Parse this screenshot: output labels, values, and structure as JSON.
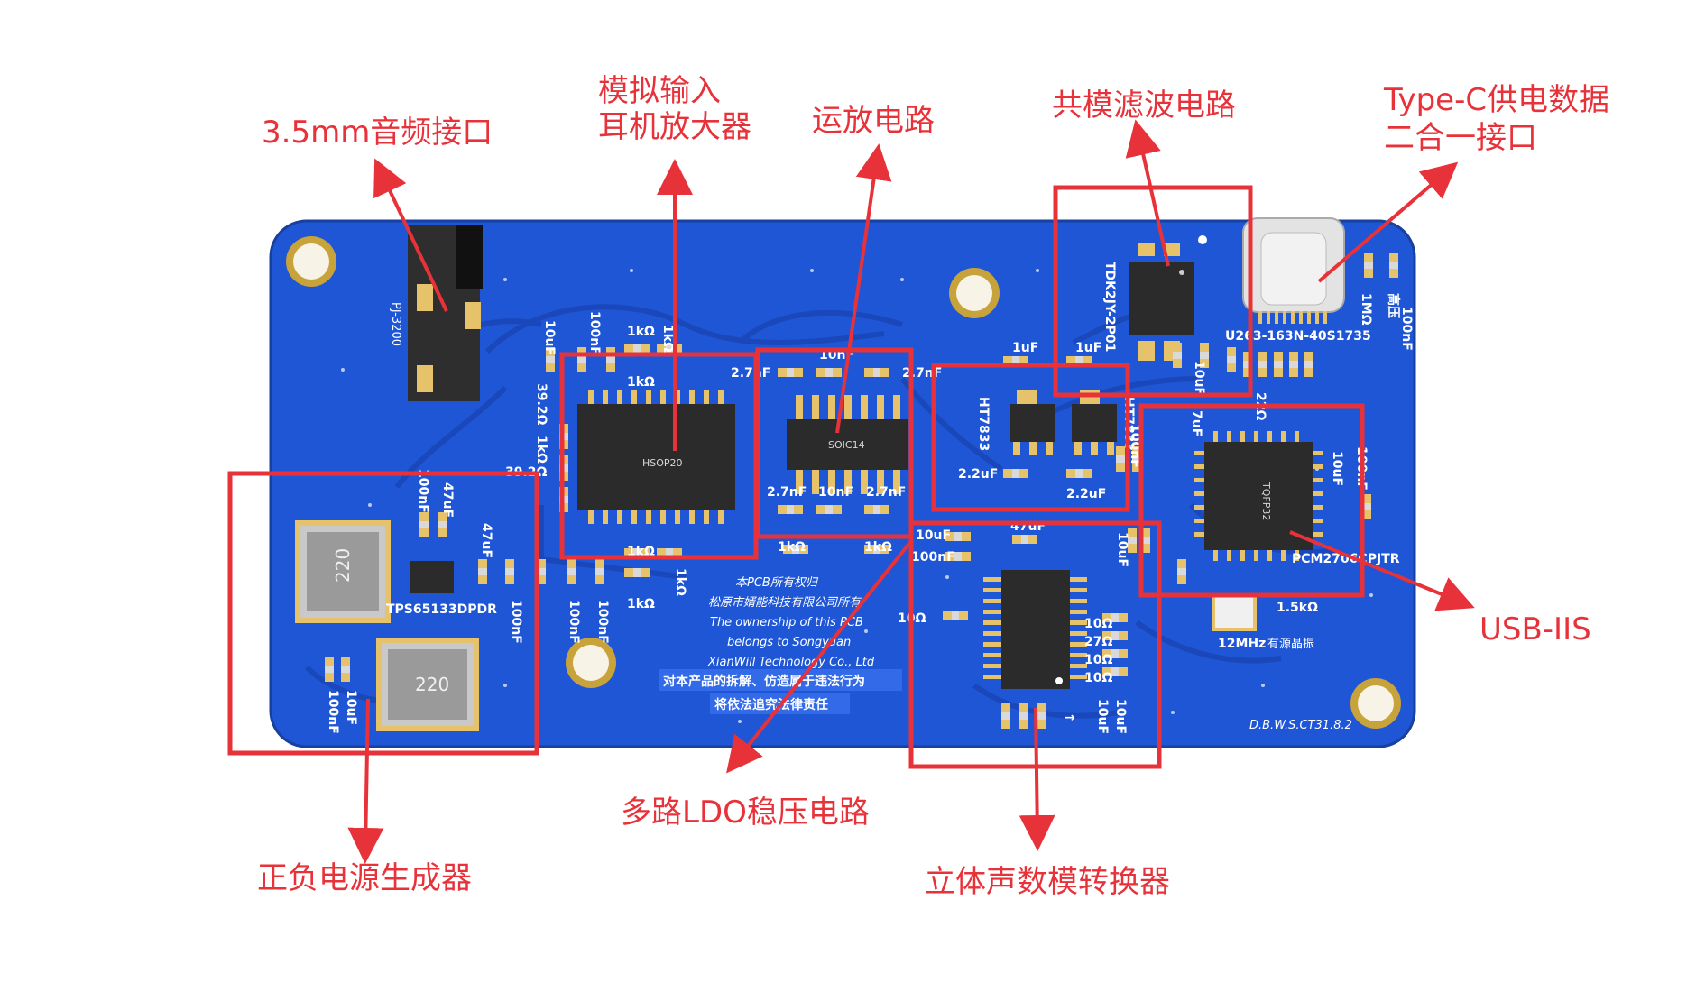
{
  "callouts": {
    "audio_jack": "3.5mm音频接口",
    "headphone_amp_line1": "模拟输入",
    "headphone_amp_line2": "耳机放大器",
    "opamp": "运放电路",
    "common_mode_filter": "共模滤波电路",
    "typec_line1": "Type-C供电数据",
    "typec_line2": "二合一接口",
    "usb_iis": "USB-IIS",
    "ldo": "多路LDO稳压电路",
    "power_gen": "正负电源生成器",
    "dac": "立体声数模转换器"
  },
  "silkscreen": {
    "jack_part": "PJ-3200",
    "power_ic": "TPS65133DPDR",
    "inductor_1": "220",
    "inductor_2": "220",
    "hsop_package": "HSOP20",
    "soic_package": "SOIC14",
    "ldo_left": "HT7833",
    "ldo_right": "HT7833",
    "cm_filter_part": "TDK2JY-2P01",
    "usb_connector_part": "U263-163N-40S1735",
    "usb_ic_package": "TQFP32",
    "usb_ic_part": "PCM2706CPJTR",
    "crystal_freq": "12MHz",
    "crystal_label": "有源晶振",
    "crystal_resistor": "1.5kΩ",
    "high_voltage": "高压",
    "ownership_line1": "本PCB所有权归",
    "ownership_line2": "松原市婿能科技有限公司所有",
    "ownership_line3": "The ownership of this PCB",
    "ownership_line4": "belongs to Songyuan",
    "ownership_line5": "XianWill Technology Co., Ltd",
    "warning_line1": "对本产品的拆解、仿造属于违法行为",
    "warning_line2": "将依法追究法律责任",
    "board_code": "D.B.W.S.CT31.8.2",
    "v_10uf": "10uF",
    "v_100nf": "100nF",
    "v_1k": "1kΩ",
    "v_39r2": "39.2Ω",
    "v_2p7nf": "2.7nF",
    "v_1uf": "1uF",
    "v_2p2uf": "2.2uF",
    "v_47uf": "47uF",
    "v_10r": "10Ω",
    "v_27r": "27Ω",
    "v_1m": "1MΩ",
    "v_10nf": "10nF",
    "v_22r": "22Ω",
    "v_7uf": "7uF"
  },
  "colors": {
    "board": "#1e56d6",
    "trace": "#1a47b8",
    "pad": "#e6c26a",
    "callout": "#e8323a",
    "chip": "#2b2b2b"
  },
  "icons": {
    "arrow": "red-line-arrow",
    "mount_hole": "gold-ring"
  }
}
